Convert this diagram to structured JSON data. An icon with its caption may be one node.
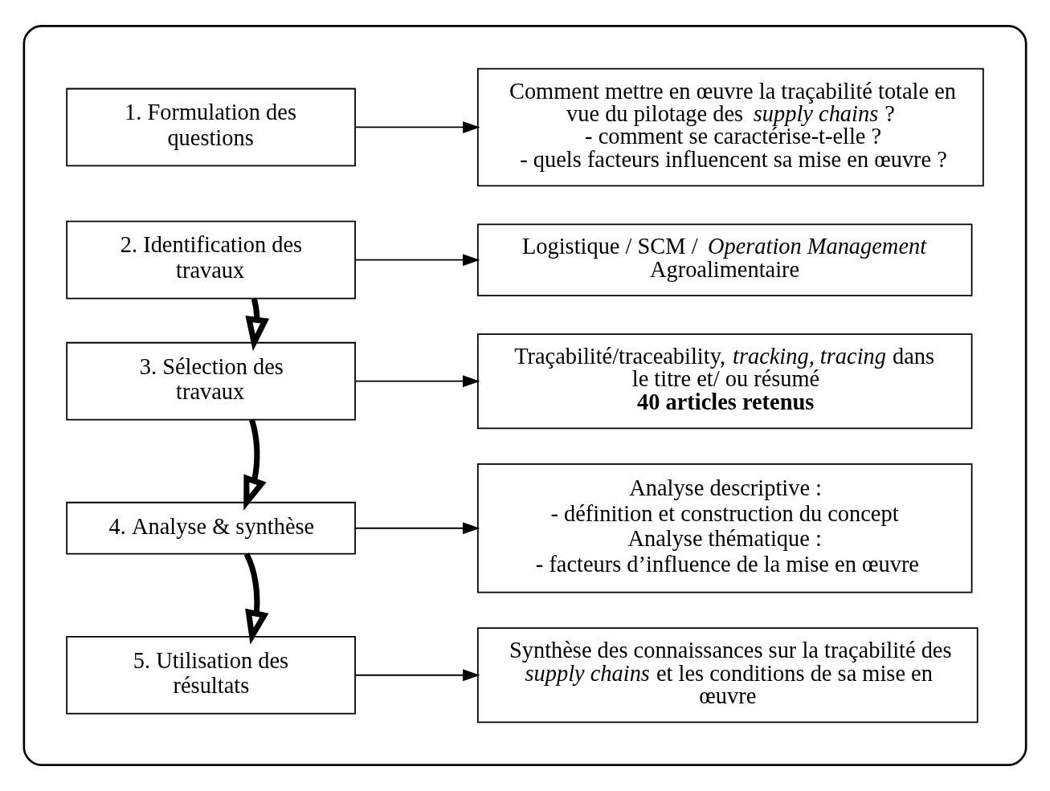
{
  "diagram": {
    "nodes": [
      {
        "text": [],
        "shape": "box"
      },
      {
        "text": [
          "1. Formulation des questions"
        ],
        "in": 0
      },
      {
        "text": [
          "Comment mettre en œuvre la traçabilité totale en vue du pilotage des *supply chains* ?",
          "- comment se caractérise-t-elle ?",
          "- quels facteurs influencent sa mise en œuvre ?"
        ],
        "in": 0
      },
      {
        "text": [
          "2. Identification des travaux"
        ],
        "in": 0
      },
      {
        "text": [
          "Logistique / SCM / *Operation Management*",
          "Agroalimentaire"
        ],
        "in": 0
      },
      {
        "text": [
          "3. Sélection des travaux"
        ],
        "in": 0
      },
      {
        "text": [
          "Traçabilité/traceability, *tracking, tracing* dans le titre et/ ou résumé",
          "40 articles retenus"
        ],
        "in": 0
      },
      {
        "text": [
          "4. Analyse & synthèse"
        ],
        "in": 0
      },
      {
        "text": [
          "Analyse descriptive :",
          "- définition et construction du concept",
          "Analyse thématique :",
          "- facteurs d’influence de la mise en œuvre"
        ],
        "in": 0
      },
      {
        "text": [
          "5. Utilisation des résultats"
        ],
        "in": 0
      },
      {
        "text": [
          "Synthèse des connaissances sur la traçabilité des *supply chains* et les conditions de sa mise en œuvre"
        ],
        "in": 0
      }
    ],
    "edges": [
      {
        "from": 1,
        "to": 2,
        "arrow": "to"
      },
      {
        "from": 3,
        "to": 4,
        "arrow": "to"
      },
      {
        "from": 3,
        "to": 5,
        "arrow": "to",
        "style": "thick"
      },
      {
        "from": 5,
        "to": 6,
        "arrow": "to"
      },
      {
        "from": 5,
        "to": 7,
        "arrow": "to",
        "style": "thick"
      },
      {
        "from": 7,
        "to": 8,
        "arrow": "to"
      },
      {
        "from": 7,
        "to": 9,
        "arrow": "to",
        "style": "thick"
      },
      {
        "from": 9,
        "to": 10,
        "arrow": "to"
      }
    ]
  }
}
